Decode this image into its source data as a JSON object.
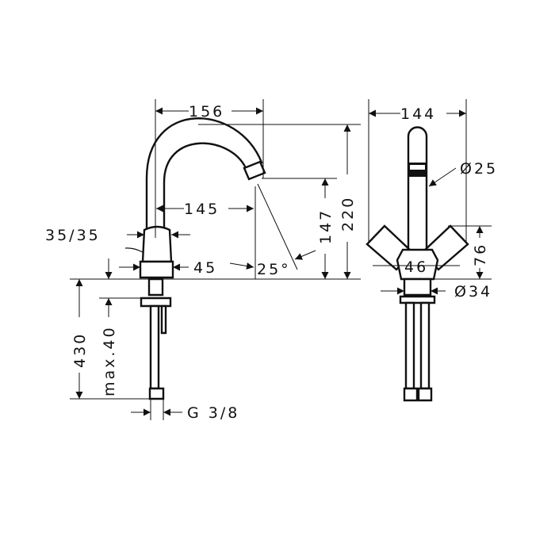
{
  "drawing": {
    "side_view": {
      "dims": {
        "spout_reach_total": "156",
        "spout_reach": "145",
        "handle_width": "35/35",
        "body_width": "45",
        "angle": "25°",
        "spout_height": "147",
        "total_height": "220",
        "hose_length": "430",
        "max_deck_thickness": "max.40",
        "thread": "G 3/8"
      }
    },
    "front_view": {
      "dims": {
        "total_width": "144",
        "spout_diameter": "Ø25",
        "body_width": "46",
        "handle_height": "76",
        "base_diameter": "Ø34"
      }
    }
  }
}
